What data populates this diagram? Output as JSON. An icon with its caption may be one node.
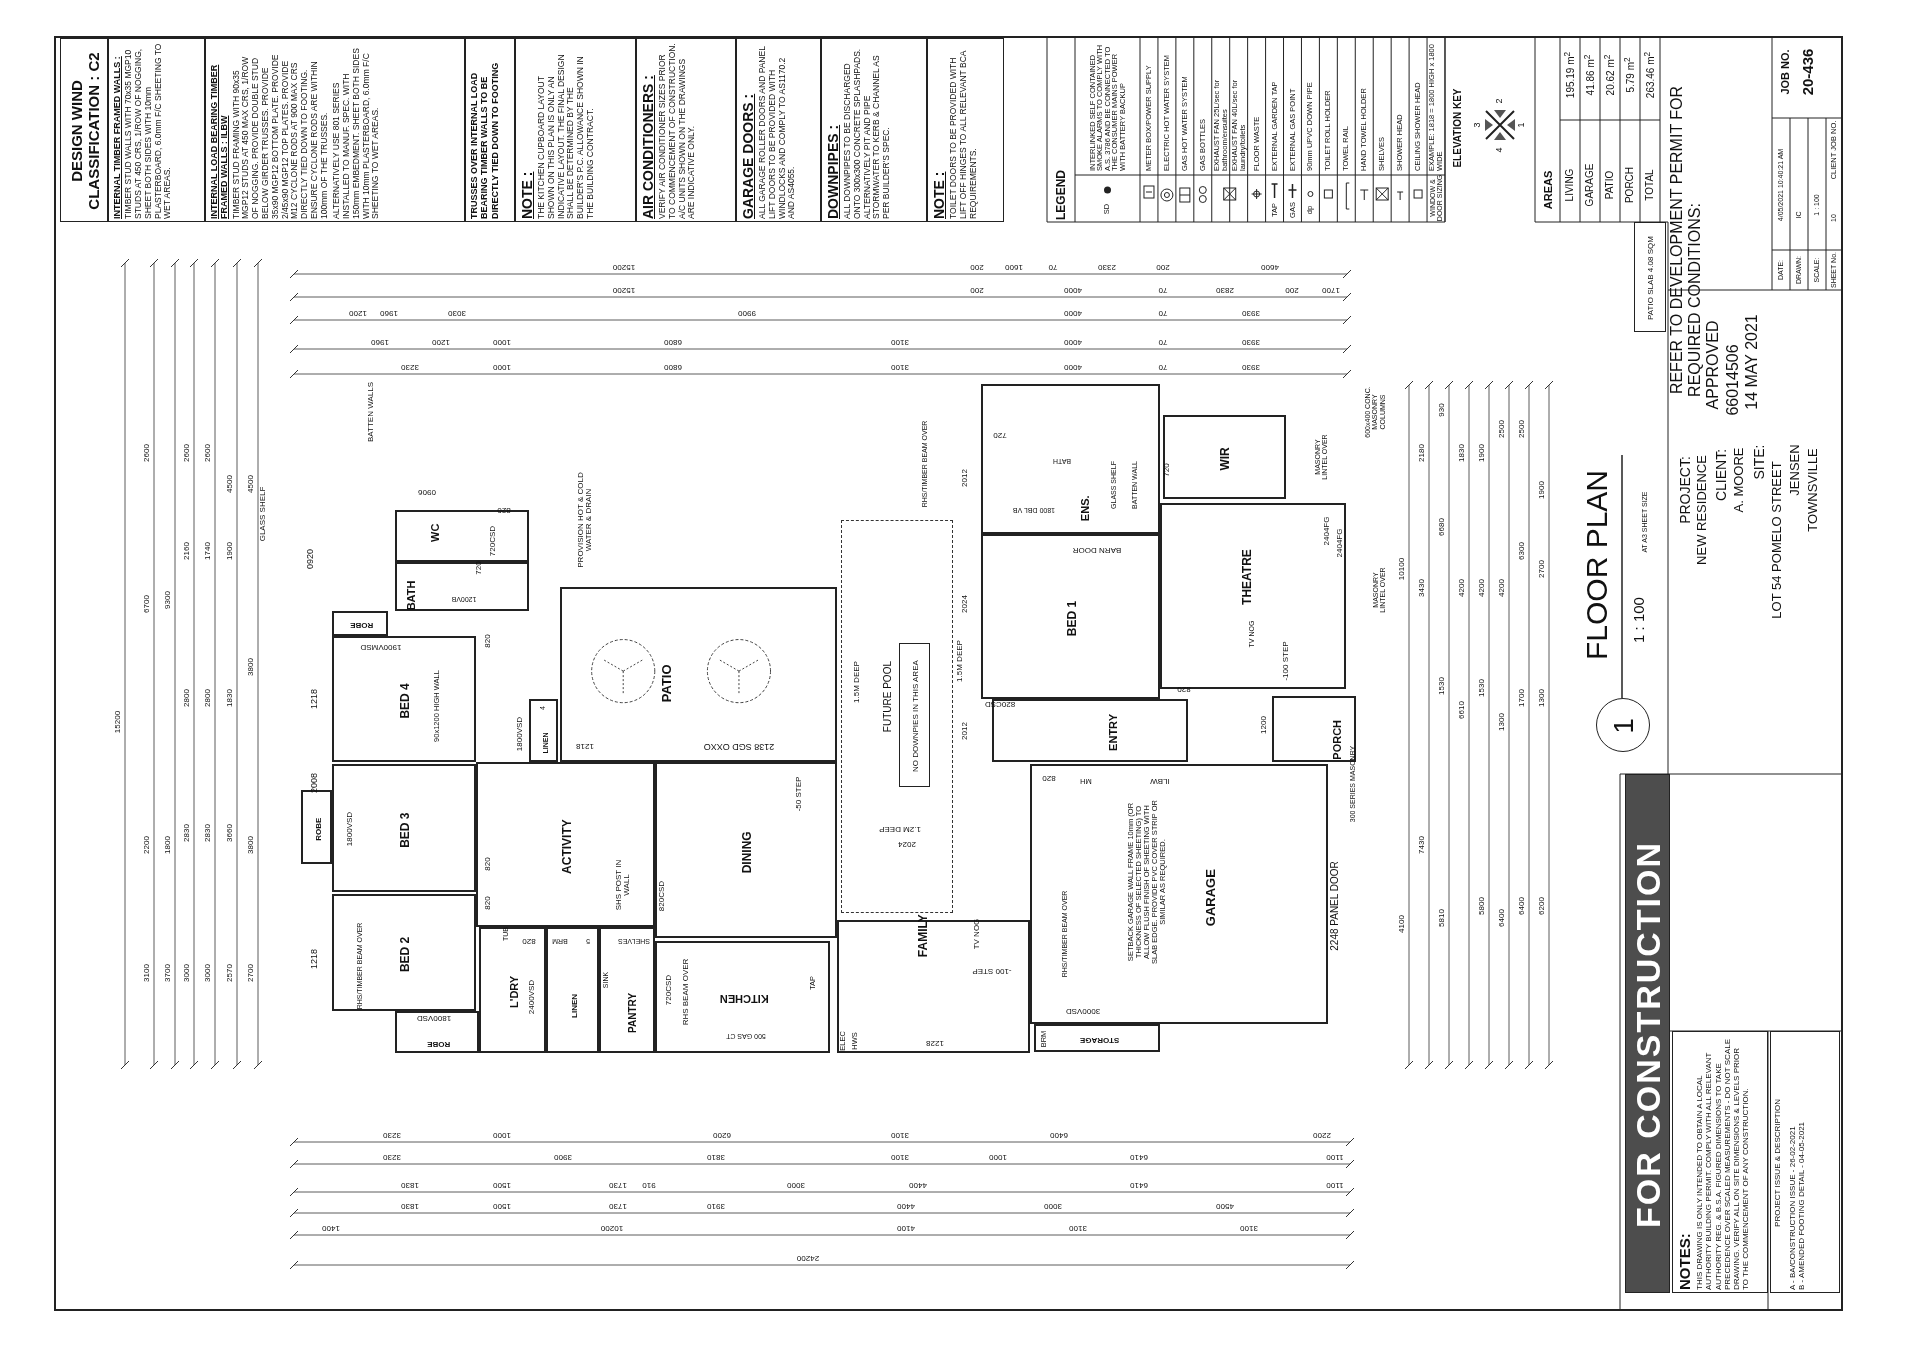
{
  "diagram": {
    "nodes": [
      {
        "text": [
          "DESIGN WIND CLASSIFICATION : C2"
        ]
      },
      {
        "text": [
          "INTERNAL TIMBER FRAMED WALLS :",
          "TIMBER STUD WALLS WITH 70x35 MGP10 STUDS AT 450 CRS, 1/ROW OF NOGGING, SHEET BOTH SIDES WITH 10mm PLASTERBOARD, 6.0mm F/C SHEETING TO WET AREAS."
        ]
      },
      {
        "text": [
          "INTERNAL LOAD BEARING TIMBER FRAMED WALLS : ILBW",
          "TIMBER STUD FRAMING WITH 90x35 MGP12 STUDS AT 450 MAX CRS, 1/ROW OF NOGGING. PROVIDE DOUBLE STUD BELOW GIRDER TRUSSES. PROVIDE 35x90 MGP12 BOTTOM PLATE. PROVIDE 2/45x90 MGP12 TOP PLATES. PROVIDE M12 CYCLONE RODS AT 900 MAX CRS DIRECTLY TIED DOWN TO FOOTING. ENSURE CYCLONE RODS ARE WITHIN 100mm OF THE TRUSSES.",
          "ALTERNATIVELY USE 801 SERIES INSTALLED TO MANUF. SPEC. WITH 150mm EMBEDMENT. SHEET BOTH SIDES WITH 10mm PLASTERBOARD, 6.0mm F/C SHEETING TO WET AREAS."
        ]
      },
      {
        "text": [
          "TRUSSES OVER INTERNAL LOAD BEARING TIMBER WALLS TO BE DIRECTLY TIED DOWN TO FOOTING"
        ]
      },
      {
        "text": [
          "NOTE :",
          "THE KITCHEN CUPBOARD LAYOUT SHOWN ON THIS PLAN IS ONLY AN INDICATIVE LAYOUT. THE FINAL DESIGN SHALL BE DETERMINED BY THE BUILDER'S P.C. ALLOWANCE SHOWN IN THE BUILDING CONTRACT."
        ]
      },
      {
        "text": [
          "AIR CONDITIONERS :",
          "VERIFY AIR CONDITIONER SIZES PRIOR TO COMMENCEMENT OF CONSTRUCTION. A/C UNITS SHOWN ON THE DRAWINGS ARE INDICATIVE ONLY."
        ]
      },
      {
        "text": [
          "GARAGE DOORS :",
          "ALL GARAGE ROLLER DOORS AND PANEL LIFT DOORS TO BE PROVIDED WITH WINDLOCKS AND COMPLY TO AS1170.2 AND AS4055."
        ]
      },
      {
        "text": [
          "DOWNPIPES :",
          "ALL DOWNPIPES TO BE DISCHARGED ONTO 300x300 CONCRETE SPLASHPADS. ALTERNATIVELY PIT AND PIPE STORMWATER TO KERB & CHANNEL AS PER BUILDER'S SPEC."
        ]
      },
      {
        "text": [
          "NOTE :",
          "TOILET DOORS TO BE PROVIDED WITH LIFT OFF HINGES TO ALL RELEVANT BCA REQUIREMENTS."
        ]
      },
      {
        "text": [
          "PATIO SLAB 4.08 SQM"
        ]
      },
      {
        "text": [
          "1"
        ]
      },
      {
        "text": [
          "FOR CONSTRUCTION"
        ]
      },
      {
        "text": [
          "NOTES:",
          "THIS DRAWING IS ONLY INTENDED TO OBTAIN A LOCAL AUTHORITY BUILDING PERMIT. COMPLY WITH ALL RELEVANT AUTHORITY REG. & B.S.A. FIGURED DIMENSIONS TO TAKE PRECEDENCE OVER SCALED MEASUREMENTS - DO NOT SCALE DRAWING. VERIFY ALL ON SITE DIMENSIONS & LEVELS PRIOR TO THE COMMENCEMENT OF ANY CONSTRUCTION."
        ]
      },
      {
        "text": [
          "PROJECT ISSUE & DESCRIPTION",
          "A - BA/CONSTRUCTION ISSUE - 26-02-2021",
          "B - AMENDED FOOTING DETAIL - 04-05-2021"
        ]
      },
      {
        "text": [
          "WC"
        ]
      },
      {
        "text": [
          "BATH"
        ]
      },
      {
        "text": [
          "ROBE"
        ]
      },
      {
        "text": [
          "BED 4"
        ]
      },
      {
        "text": [
          "BED 3"
        ]
      },
      {
        "text": [
          "ROBE"
        ]
      },
      {
        "text": [
          "BED 2"
        ]
      },
      {
        "text": [
          "ROBE"
        ]
      },
      {
        "text": [
          "PATIO"
        ]
      },
      {
        "text": [
          "LINEN"
        ]
      },
      {
        "text": [
          "ACTIVITY"
        ]
      },
      {
        "text": [
          "DINING"
        ]
      },
      {
        "text": [
          "L'DRY"
        ]
      },
      {
        "text": [
          "LINEN"
        ]
      },
      {
        "text": [
          "PANTRY"
        ]
      },
      {
        "text": [
          "KITCHEN"
        ]
      },
      {
        "text": [
          "FUTURE POOL"
        ]
      },
      {
        "text": [
          "NO DOWNPIES IN THIS AREA"
        ],
        "in": 30
      },
      {
        "text": [
          "FAMILY"
        ]
      },
      {
        "text": [
          "ENS."
        ]
      },
      {
        "text": [
          "WIR"
        ]
      },
      {
        "text": [
          "BED 1"
        ]
      },
      {
        "text": [
          "THEATRE"
        ]
      },
      {
        "text": [
          "ENTRY"
        ]
      },
      {
        "text": [
          "PORCH"
        ]
      },
      {
        "text": [
          "GARAGE"
        ]
      },
      {
        "text": [
          "STORAGE"
        ]
      }
    ],
    "labels": [
      "LEGEND",
      "SD",
      "TAP",
      "GAS",
      "dp",
      "WINDOW & DOOR SIZING",
      "ELEVATION KEY",
      "3",
      "4",
      "2",
      "1",
      "AREAS",
      "LIVING",
      "195.19 m$^{2}$",
      "GARAGE",
      "41.86 m$^{2}$",
      "PATIO",
      "20.62 m$^{2}$",
      "PORCH",
      "5.79 m$^{2}$",
      "TOTAL",
      "263.46 m$^{2}$",
      "REFER TO DEVELOPMENT PERMIT FOR",
      "REQUIRED CONDITIONS:",
      "APPROVED",
      "66014506",
      "14 MAY 2021",
      "PROJECT:",
      "NEW RESIDENCE",
      "CLIENT:",
      "A. MOORE",
      "SITE:",
      "LOT 54 POMELO STREET",
      "JENSEN",
      "TOWNSVILLE",
      "DATE:",
      "4/05/2021 10:40:21 AM",
      "DRAWN:",
      "IC",
      "SCALE:",
      "1 : 100",
      "SHEET No.",
      "10",
      "CLIENT JOB NO.",
      "JOB NO.",
      "20-436",
      "FLOOR PLAN",
      "1 : 100",
      "AT A3 SHEET SIZE",
      "BATTEN WALLS",
      "GLASS SHELF",
      "0920",
      "0906",
      "820",
      "720CSD",
      "720",
      "1200VB",
      "PROVISION HOT & COLD WATER & DRAIN",
      "1900VMSD",
      "1218",
      "90x1200 HIGH WALL",
      "820",
      "2008",
      "1800VSD",
      "820",
      "820",
      "1218",
      "RHS/TIMBER BEAM OVER",
      "1800VSD",
      "TUB",
      "820",
      "2400VSD",
      "BRM",
      "5",
      "SHELVES",
      "SINK",
      "SHS POST IN WALL",
      "820CSD",
      "RHS BEAM OVER",
      "720CSD",
      "500 GAS CT",
      "TAP",
      "ELEC",
      "HWS",
      "1228",
      "1800VSD",
      "4",
      "1218",
      "2138 SGD OXXO",
      "-50 STEP",
      "1.5M DEEP",
      "1.2M DEEP",
      "2024",
      "RHS/TIMBER BEAM OVER",
      "2012",
      "1.5M DEEP",
      "2024",
      "2012",
      "820CSD",
      "720",
      "BATH",
      "1800 DBL VB",
      "GLASS SHELF",
      "BATTEN WALL",
      "720",
      "BARN DOOR",
      "2404FG",
      "2404FG",
      "TV NOG",
      "-100 STEP",
      "820",
      "1200",
      "MASONRY LINTEL OVER",
      "MASONRY LINTEL OVER",
      "600x400 CONC. MASONRY COLUMNS",
      "300 SERIES MASONRY",
      "820",
      "MH",
      "ILBW",
      "TV NOG",
      "-100 STEP",
      "RHS/TIMBER BEAM OVER",
      "SETBACK GARAGE WALL FRAME 10mm (OR THICKNESS OF SELECTED SHEETING) TO ALLOW FLUSH FINISH OF SHEETING WITH SLAB EDGE. PROVIDE PVC COVER STRIP OR SIMILAR AS REQUIRED.",
      "2248 PANEL DOOR",
      "3000VSD",
      "BRM",
      "15200",
      "200",
      "1600",
      "70",
      "2330",
      "200",
      "4600",
      "15200",
      "200",
      "4000",
      "70",
      "2830",
      "200",
      "1700",
      "1200",
      "1960",
      "3030",
      "9900",
      "4000",
      "70",
      "3930",
      "1960",
      "1200",
      "1000",
      "6800",
      "3100",
      "4000",
      "70",
      "3930",
      "3230",
      "1000",
      "6800",
      "3100",
      "4000",
      "70",
      "3930",
      "3230",
      "1000",
      "6200",
      "3100",
      "6400",
      "2200",
      "3230",
      "3900",
      "3810",
      "3100",
      "1000",
      "6410",
      "1100",
      "1830",
      "1500",
      "1730",
      "910",
      "3000",
      "4400",
      "6410",
      "1100",
      "1830",
      "1500",
      "1730",
      "3910",
      "4400",
      "3000",
      "4500",
      "1400",
      "10200",
      "4100",
      "3100",
      "3100",
      "24200",
      "15200",
      "3100",
      "2200",
      "6700",
      "2600",
      "3700",
      "1800",
      "9300",
      "3000",
      "2830",
      "2800",
      "2160",
      "2600",
      "3000",
      "2830",
      "2800",
      "1740",
      "2600",
      "2570",
      "3660",
      "1830",
      "1900",
      "4500",
      "2700",
      "3800",
      "3800",
      "4500",
      "4100",
      "10100",
      "7430",
      "3430",
      "2180",
      "5810",
      "1530",
      "6680",
      "930",
      "6610",
      "4200",
      "1830",
      "5800",
      "1530",
      "4200",
      "1900",
      "6400",
      "1300",
      "4200",
      "2500",
      "6400",
      "1700",
      "6300",
      "2500",
      "6200",
      "1300",
      "2700",
      "1900"
    ],
    "legend": [
      {
        "text": "INTERLINKED SELF CONTAINED SMOKE ALARMS TO COMPLY WITH A.S. 3786 AND BE CONNECTED TO THE CONSUMER MAINS POWER WITH BATTERY BACKUP"
      },
      {
        "text": "METER BOX/POWER SUPPLY"
      },
      {
        "text": "ELECTRIC HOT WATER SYSTEM"
      },
      {
        "text": "GAS HOT WATER SYSTEM"
      },
      {
        "text": "GAS BOTTLES"
      },
      {
        "text": "EXHAUST FAN 25L/sec for bathroom/ensuites"
      },
      {
        "text": "EXHAUST FAN 40L/sec for laundry/toilets"
      },
      {
        "text": "FLOOR WASTE"
      },
      {
        "text": "EXTERNAL GARDEN TAP"
      },
      {
        "text": "EXTERNAL GAS POINT"
      },
      {
        "text": "90mm UPVC DOWN PIPE"
      },
      {
        "text": "TOILET ROLL HOLDER"
      },
      {
        "text": "TOWEL RAIL"
      },
      {
        "text": "HAND TOWEL HOLDER"
      },
      {
        "text": "SHELVES"
      },
      {
        "text": "SHOWER HEAD"
      },
      {
        "text": "CEILING SHOWER HEAD"
      },
      {
        "text": "EXAMPLE: 1818 = 1800 HIGH x 1800 WIDE"
      }
    ]
  }
}
